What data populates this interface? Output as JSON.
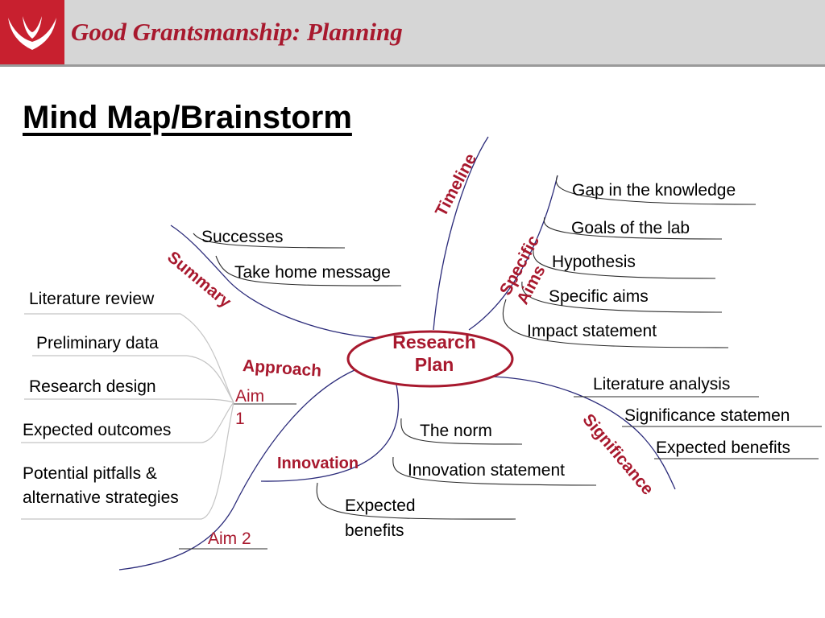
{
  "header": {
    "title": "Good Grantsmanship: Planning"
  },
  "page": {
    "title": "Mind Map/Brainstorm"
  },
  "center": {
    "line1": "Research",
    "line2": "Plan"
  },
  "branches": {
    "timeline": "Timeline",
    "specific_aims": "Specific Aims",
    "summary": "Summary",
    "approach": "Approach",
    "innovation": "Innovation",
    "significance": "Significance"
  },
  "summary_items": [
    "Successes",
    "Take home message"
  ],
  "specific_aims_items": [
    "Gap in the knowledge",
    "Goals of the lab",
    "Hypothesis",
    "Specific aims",
    "Impact statement"
  ],
  "approach_items": [
    "Literature review",
    "Preliminary data",
    "Research design",
    "Expected outcomes",
    "Potential pitfalls &",
    "alternative strategies"
  ],
  "aims": {
    "aim1_a": "Aim",
    "aim1_b": "1",
    "aim2": "Aim 2"
  },
  "innovation_items": [
    "The norm",
    "Innovation statement",
    "Expected",
    "benefits"
  ],
  "significance_items": [
    "Literature analysis",
    "Significance statemen",
    "Expected benefits"
  ],
  "colors": {
    "brand_red": "#a8192e",
    "logo_red": "#c8202f",
    "branch_line": "#2b2b7a",
    "header_gray": "#d6d6d6"
  }
}
